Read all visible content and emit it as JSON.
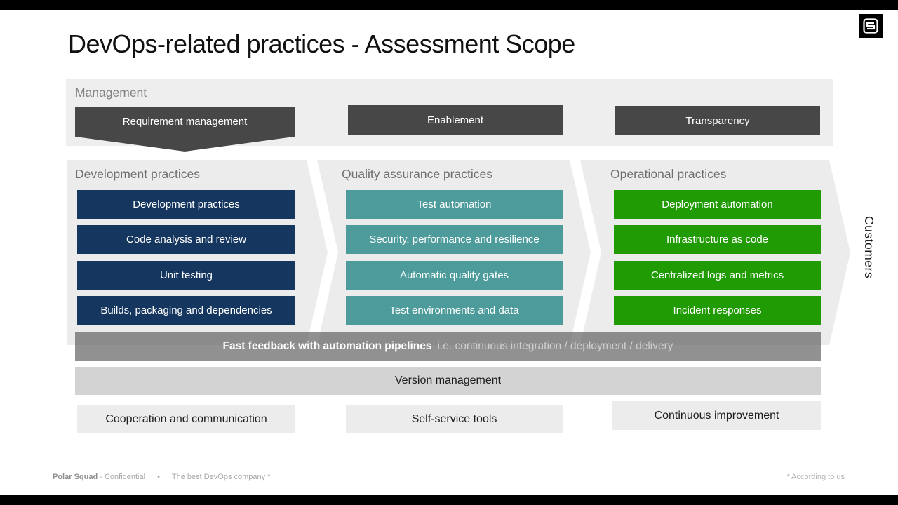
{
  "slide": {
    "title": "DevOps-related practices - Assessment Scope"
  },
  "logo": {
    "name": "polar-squad-logo"
  },
  "management": {
    "label": "Management",
    "items": [
      "Requirement management",
      "Enablement",
      "Transparency"
    ]
  },
  "columns": [
    {
      "header": "Development practices",
      "color": "#14365f",
      "items": [
        "Development practices",
        "Code analysis and review",
        "Unit testing",
        "Builds, packaging and dependencies"
      ]
    },
    {
      "header": "Quality assurance practices",
      "color": "#4d9b9b",
      "items": [
        "Test automation",
        "Security, performance and resilience",
        "Automatic quality gates",
        "Test environments and data"
      ]
    },
    {
      "header": "Operational practices",
      "color": "#209b04",
      "items": [
        "Deployment automation",
        "Infrastructure as code",
        "Centralized logs and metrics",
        "Incident responses"
      ]
    }
  ],
  "customers_label": "Customers",
  "bands": {
    "fast_feedback_bold": "Fast feedback with automation pipelines",
    "fast_feedback_rest": "i.e. continuous integration / deployment / delivery",
    "version_label": "Version management"
  },
  "bottom_items": [
    "Cooperation and communication",
    "Self-service tools",
    "Continuous improvement"
  ],
  "footer": {
    "brand": "Polar Squad",
    "confidential": "- Confidential",
    "separator": "•",
    "tagline": "The best DevOps company *",
    "note": "* According to us"
  },
  "colors": {
    "management_button": "#474747",
    "band_background": "#eeeeee",
    "arrow_background": "#ececec",
    "fast_feedback_band": "#8b8b8b",
    "version_band": "#d3d3d3",
    "navy": "#14365f",
    "teal": "#4d9b9b",
    "green": "#209b04"
  }
}
